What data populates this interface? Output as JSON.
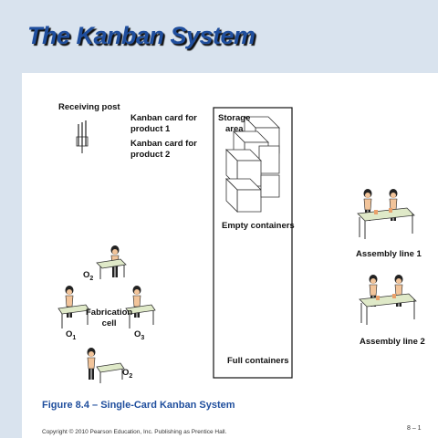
{
  "slide": {
    "title": "The Kanban System",
    "figure_caption": "Figure 8.4 – Single-Card Kanban System",
    "copyright": "Copyright © 2010 Pearson Education, Inc. Publishing as Prentice Hall.",
    "slide_number": "8 – 1"
  },
  "diagram": {
    "receiving_post": "Receiving post",
    "kanban_card_1": [
      "Kanban card for",
      "product 1"
    ],
    "kanban_card_2": [
      "Kanban card for",
      "product 2"
    ],
    "storage_area": [
      "Storage",
      "area"
    ],
    "empty_containers": "Empty containers",
    "full_containers": "Full containers",
    "assembly_line_1": "Assembly line 1",
    "assembly_line_2": "Assembly line 2",
    "fabrication_cell": [
      "Fabrication",
      "cell"
    ],
    "operator_o1": "O",
    "operator_o2_top": "O",
    "operator_o2_bottom": "O",
    "operator_o3": "O",
    "sub_1": "1",
    "sub_2_top": "2",
    "sub_2_bottom": "2",
    "sub_3": "3"
  },
  "colors": {
    "header_band": "#d9e3ee",
    "title_blue": "#1f4e9d",
    "table_green": "#dfe9c8",
    "figure_skin": "#f2c49a"
  }
}
